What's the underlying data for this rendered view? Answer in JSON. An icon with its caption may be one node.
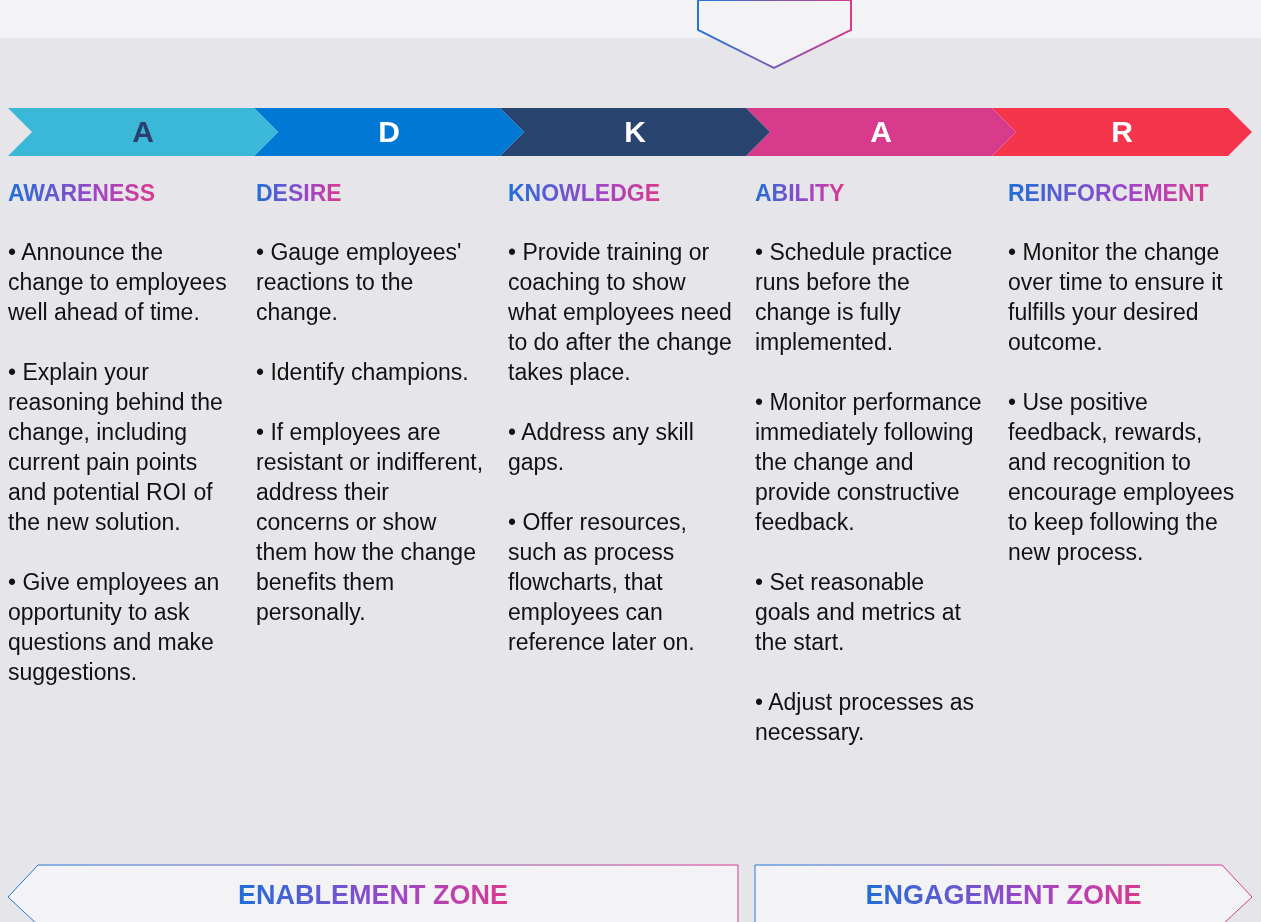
{
  "diagram": {
    "nodes": [
      {
        "text": [],
        "shape": "chevron"
      },
      {
        "text": [
          "A"
        ],
        "beside": [
          "AWARENESS",
          "• Announce the change to employees well ahead of time.",
          "• Explain your reasoning behind the change, including current pain points and potential ROI of the new solution.",
          "• Give employees an opportunity to ask questions and make suggestions."
        ]
      },
      {
        "text": [
          "D"
        ],
        "beside": [
          "DESIRE",
          "• Gauge employees' reactions to the change.",
          "• Identify champions.",
          "• If employees are resistant or indifferent, address their concerns or show them how the change benefits them personally."
        ]
      },
      {
        "text": [
          "K"
        ],
        "beside": [
          "KNOWLEDGE",
          "• Provide training or coaching to show what employees need to do after the change takes place.",
          "• Address any skill gaps.",
          "• Offer resources, such as process flowcharts, that employees can reference later on."
        ]
      },
      {
        "text": [
          "A"
        ],
        "beside": [
          "ABILITY",
          "• Schedule practice runs before the change is fully implemented.",
          "• Monitor performance immediately following the change and provide constructive feedback.",
          "• Set reasonable goals and metrics at the start.",
          "• Adjust processes as necessary."
        ]
      },
      {
        "text": [
          "R"
        ],
        "beside": [
          "REINFORCEMENT",
          "• Monitor the change over time to ensure it fulfills your desired outcome.",
          "• Use positive feedback, rewards, and recognition to encourage employees to keep following the new process."
        ]
      },
      {
        "text": [
          "ENABLEMENT ZONE"
        ]
      },
      {
        "text": [
          "ENGAGEMENT ZONE"
        ]
      }
    ],
    "edges": []
  }
}
